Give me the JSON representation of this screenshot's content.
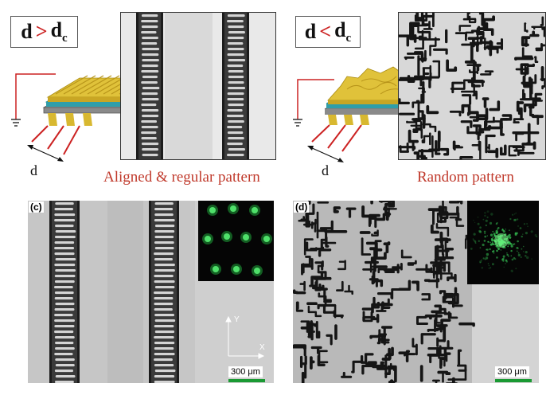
{
  "panel_a": {
    "condition": {
      "left": "d",
      "operator": ">",
      "subscript": "c",
      "right": "d"
    },
    "caption": "Aligned & regular pattern",
    "d_label": "d"
  },
  "panel_b": {
    "condition": {
      "left": "d",
      "operator": "<",
      "subscript": "c",
      "right": "d"
    },
    "caption": "Random pattern",
    "d_label": "d"
  },
  "panel_c": {
    "tag": "(c)",
    "scale_label": "300 μm",
    "axis_y": "Y",
    "axis_x": "X"
  },
  "panel_d": {
    "tag": "(d)",
    "scale_label": "300 μm"
  },
  "colors": {
    "red": "#cc2222",
    "gold": "#d8b830",
    "teal": "#3fb7c4",
    "green": "#1a9a33",
    "caption": "#c0392b"
  }
}
